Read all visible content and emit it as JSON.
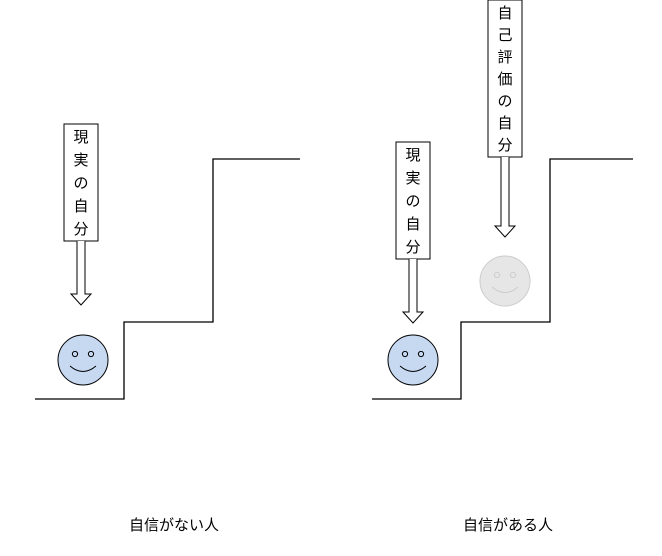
{
  "left_panel": {
    "callout_text": "現実の自分",
    "caption": "自信がない人"
  },
  "right_panel": {
    "callout_real_text": "現実の自分",
    "callout_ideal_text": "自己評価の自分",
    "caption": "自信がある人"
  },
  "colors": {
    "face_fill": "#c6d9f1",
    "face_stroke": "#000000",
    "ghost_face_fill": "#e6e6e6",
    "ghost_face_stroke": "#cccccc",
    "line": "#000000"
  }
}
